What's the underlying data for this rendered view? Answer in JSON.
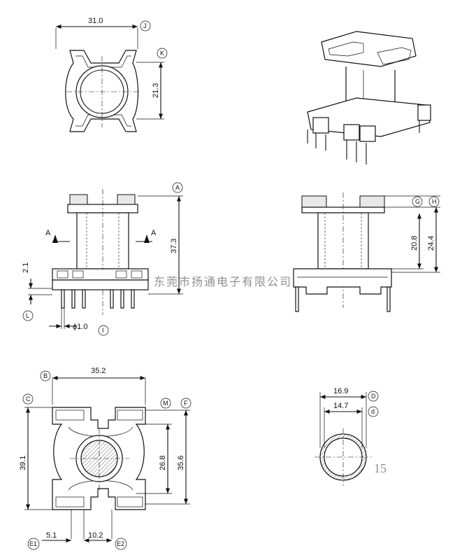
{
  "top_view": {
    "width_dim": "31.0",
    "height_dim": "21.3",
    "ref_width": "J",
    "ref_height": "K"
  },
  "front_view": {
    "section_left": "A",
    "section_right": "A",
    "height_dim": "37.3",
    "flange_dim": "2.1",
    "pin_dim": "ϕ1.0",
    "ref_height": "A",
    "ref_pin_len": "L",
    "ref_pin": "I"
  },
  "side_view": {
    "dim_inner": "20.8",
    "dim_outer": "24.4",
    "ref_g": "G",
    "ref_h": "H"
  },
  "bottom_view": {
    "width_dim": "35.2",
    "height_dim": "39.1",
    "inner_dim": "26.8",
    "outer_dim": "35.6",
    "pitch_dim": "5.1",
    "row_dim": "10.2",
    "ref_width": "B",
    "ref_height": "C",
    "ref_inner": "M",
    "ref_outer": "F",
    "ref_e1": "E1",
    "ref_e2": "E2"
  },
  "core_view": {
    "outer_dim": "16.9",
    "inner_dim": "14.7",
    "ref_outer": "D",
    "ref_inner": "d"
  },
  "watermark": "东莞市扬通电子有限公司",
  "page_number": "15"
}
